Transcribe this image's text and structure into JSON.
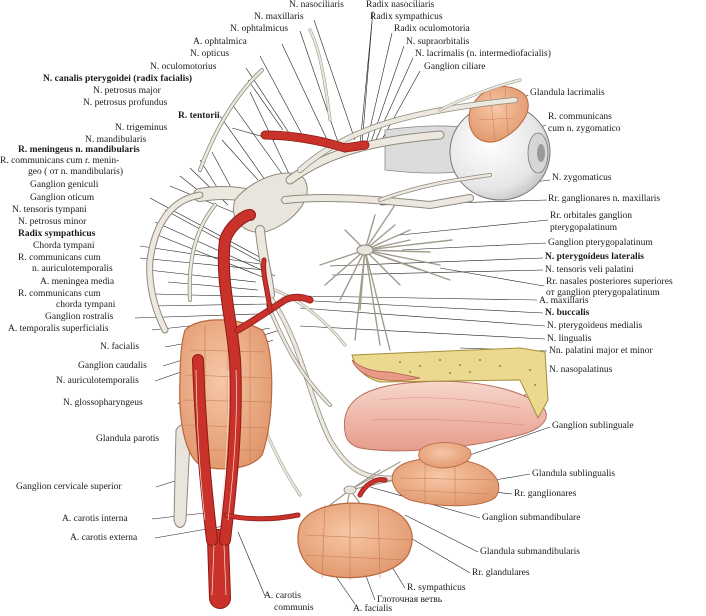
{
  "labels": {
    "n_nasociliaris": "N. nasociliaris",
    "n_maxillaris": "N. maxillaris",
    "n_ophtalmicus": "N. ophtalmicus",
    "a_ophtalmica": "A. ophtalmica",
    "n_opticus": "N. opticus",
    "n_oculomotorius": "N. oculomotorius",
    "n_canalis": "N. canalis pterygoidei (radix facialis)",
    "n_petrosus_major": "N. petrosus major",
    "n_petrosus_profundus": "N. petrosus profundus",
    "r_tentorii": "R. tentorii",
    "n_trigeminus": "N. trigeminus",
    "n_mandibularis": "N. mandibularis",
    "r_meningeus": "R. meningeus n. mandibularis",
    "r_comm_meningeo_1": "R. communicans cum r. menin-",
    "r_comm_meningeo_2": "geo ( от  n. mandibularis)",
    "ganglion_geniculi": "Ganglion geniculi",
    "ganglion_oticum": "Ganglion oticum",
    "n_tensoris_tympani": "N. tensoris tympani",
    "n_petrosus_minor": "N. petrosus minor",
    "radix_sympathicus_l": "Radix sympathicus",
    "chorda_tympani": "Chorda tympani",
    "r_comm_auriculo_1": "R. communicans cum",
    "r_comm_auriculo_2": "n. auriculotemporalis",
    "a_meningea_media": "A. meningea media",
    "r_comm_chorda_1": "R. communicans cum",
    "r_comm_chorda_2": "chorda tympani",
    "ganglion_rostralis": "Ganglion rostralis",
    "a_temporalis": "A. temporalis superficialis",
    "n_facialis": "N. facialis",
    "ganglion_caudalis": "Ganglion caudalis",
    "n_auriculotemporalis": "N. auriculotemporalis",
    "n_glossopharyngeus": "N. glossopharyngeus",
    "glandula_parotis": "Glandula parotis",
    "ganglion_cervicale": "Ganglion cervicale superior",
    "a_carotis_interna": "A. carotis interna",
    "a_carotis_externa": "A. carotis externa",
    "a_carotis_communis_1": "A. carotis",
    "a_carotis_communis_2": "communis",
    "a_facialis": "A. facialis",
    "radix_nasociliaris": "Radix  nasociliaris",
    "radix_sympathicus_t": "Radix sympathicus",
    "radix_oculomotoria": "Radix oculomotoria",
    "n_supraorbitalis": "N. supraorbitalis",
    "n_lacrimalis": "N. lacrimalis (n. intermediofacialis)",
    "ganglion_ciliare": "Ganglion ciliare",
    "glandula_lacrimalis": "Glandula lacrimalis",
    "r_comm_zygomatico_1": "R. communicans",
    "r_comm_zygomatico_2": "cum n. zygomatico",
    "n_zygomaticus": "N. zygomaticus",
    "rr_ganglionares_max": "Rr. ganglionares n. maxillaris",
    "rr_orbitales_1": "Rr. orbitales ganglion",
    "rr_orbitales_2": "pterygopalatinum",
    "ganglion_pterygopalatinum": "Ganglion  pterygopalatinum",
    "n_pterygoideus_lat": "N. pterygoideus lateralis",
    "n_tensoris_veli": "N. tensoris veli palatini",
    "rr_nasales_1": "Rr. nasales posteriores superiores",
    "rr_nasales_2": "от ganglion pterygopalatinum",
    "a_maxillaris": "A. maxillaris",
    "n_buccalis": "N. buccalis",
    "n_pterygoideus_med": "N. pterygoideus medialis",
    "n_lingualis": "N. lingualis",
    "nn_palatini": "Nn. palatini major et minor",
    "n_nasopalatinus": "N. nasopalatinus",
    "ganglion_sublinguale": "Ganglion sublinguale",
    "glandula_sublingualis": "Glandula sublingualis",
    "rr_ganglionares": "Rr. ganglionares",
    "ganglion_submandibulare": "Ganglion submandibulare",
    "glandula_submandibularis": "Glandula submandibularis",
    "rr_glandulares": "Rr. glandulares",
    "r_sympathicus": "R. sympathicus",
    "glotochnaya": "Глоточная ветвь"
  },
  "colors": {
    "artery": "#c8322a",
    "artery_dark": "#9e1f1a",
    "nerve": "#e7e3da",
    "nerve_edge": "#9a9588",
    "gland": "#eaa77e",
    "gland_edge": "#b9683f",
    "palate_bone": "#e9d98e",
    "tongue": "#f0c2b6",
    "leader": "#222222"
  }
}
